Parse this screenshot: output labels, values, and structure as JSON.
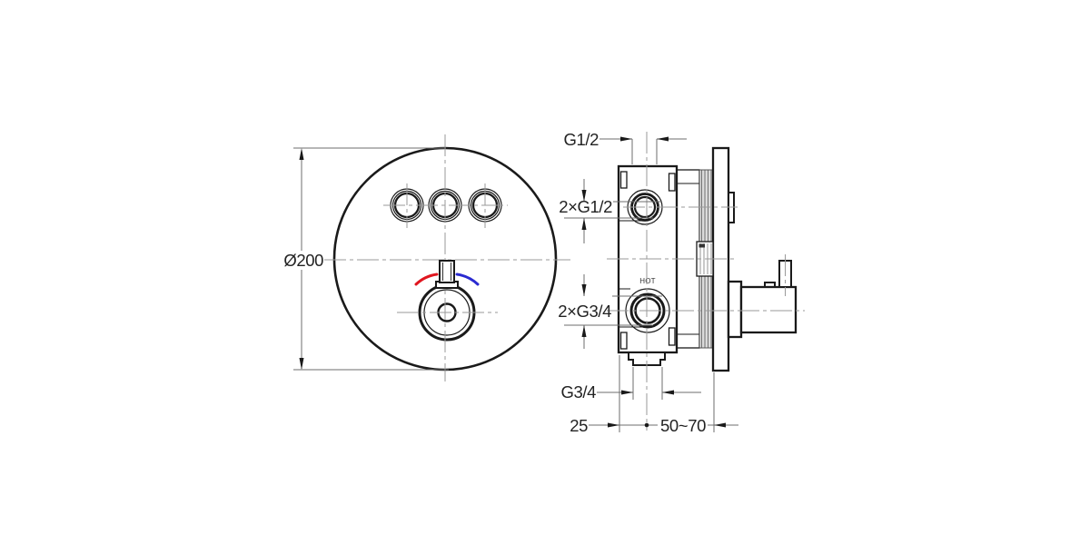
{
  "front_view": {
    "diameter_label": "Ø200"
  },
  "side_view": {
    "hot_marking": "HOT",
    "dim_top_port": "G1/2",
    "dim_side_ports": "2×G1/2",
    "dim_bottom_ports": "2×G3/4",
    "dim_bottom_outlet": "G3/4",
    "dim_center_offset": "25",
    "dim_mounting_depth": "50~70"
  },
  "colors": {
    "hot_indicator": "#e0161f",
    "cold_indicator": "#2a2ad0"
  }
}
